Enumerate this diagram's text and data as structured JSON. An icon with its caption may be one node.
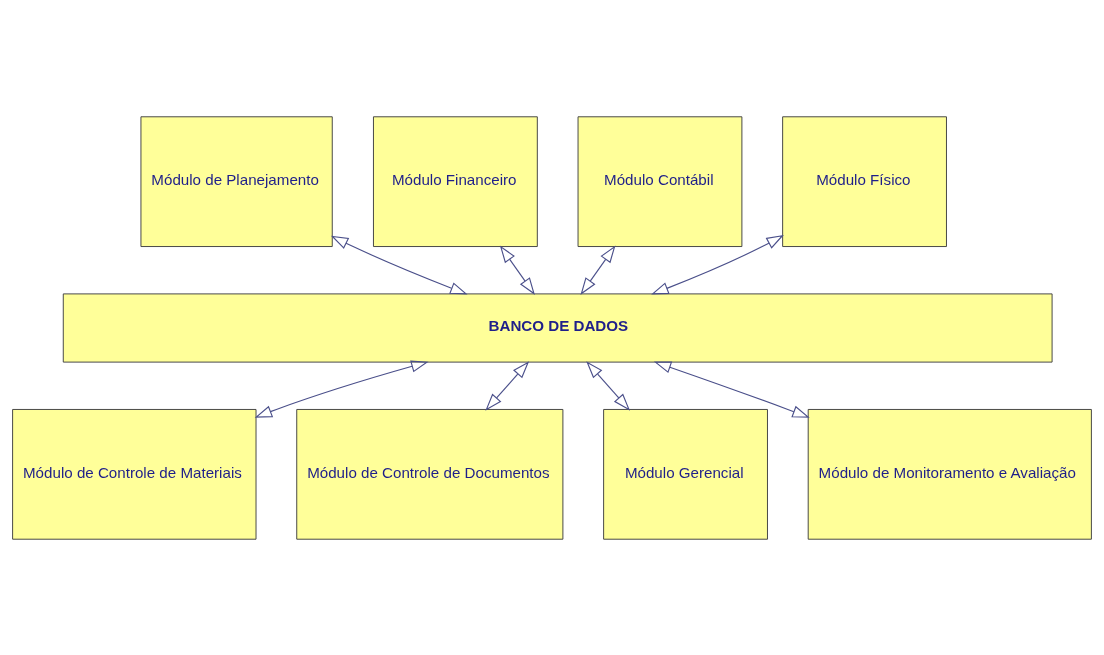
{
  "diagram": {
    "nodes": [
      {
        "text": [
          "Módulo de Planejamento"
        ]
      },
      {
        "text": [
          "Módulo Financeiro"
        ]
      },
      {
        "text": [
          "Módulo Contábil"
        ]
      },
      {
        "text": [
          "Módulo Físico"
        ]
      },
      {
        "text": [
          "BANCO DE DADOS"
        ]
      },
      {
        "text": [
          "Módulo de Controle de Materiais"
        ]
      },
      {
        "text": [
          "Módulo de Controle de Documentos"
        ]
      },
      {
        "text": [
          "Módulo Gerencial"
        ]
      },
      {
        "text": [
          "Módulo de Monitoramento e Avaliação"
        ]
      }
    ],
    "edges": [
      {
        "from": 0,
        "to": 4,
        "arrow": "both"
      },
      {
        "from": 1,
        "to": 4,
        "arrow": "both"
      },
      {
        "from": 2,
        "to": 4,
        "arrow": "both"
      },
      {
        "from": 3,
        "to": 4,
        "arrow": "both"
      },
      {
        "from": 4,
        "to": 5,
        "arrow": "both"
      },
      {
        "from": 4,
        "to": 6,
        "arrow": "both"
      },
      {
        "from": 4,
        "to": 7,
        "arrow": "both"
      },
      {
        "from": 4,
        "to": 8,
        "arrow": "both"
      }
    ]
  }
}
